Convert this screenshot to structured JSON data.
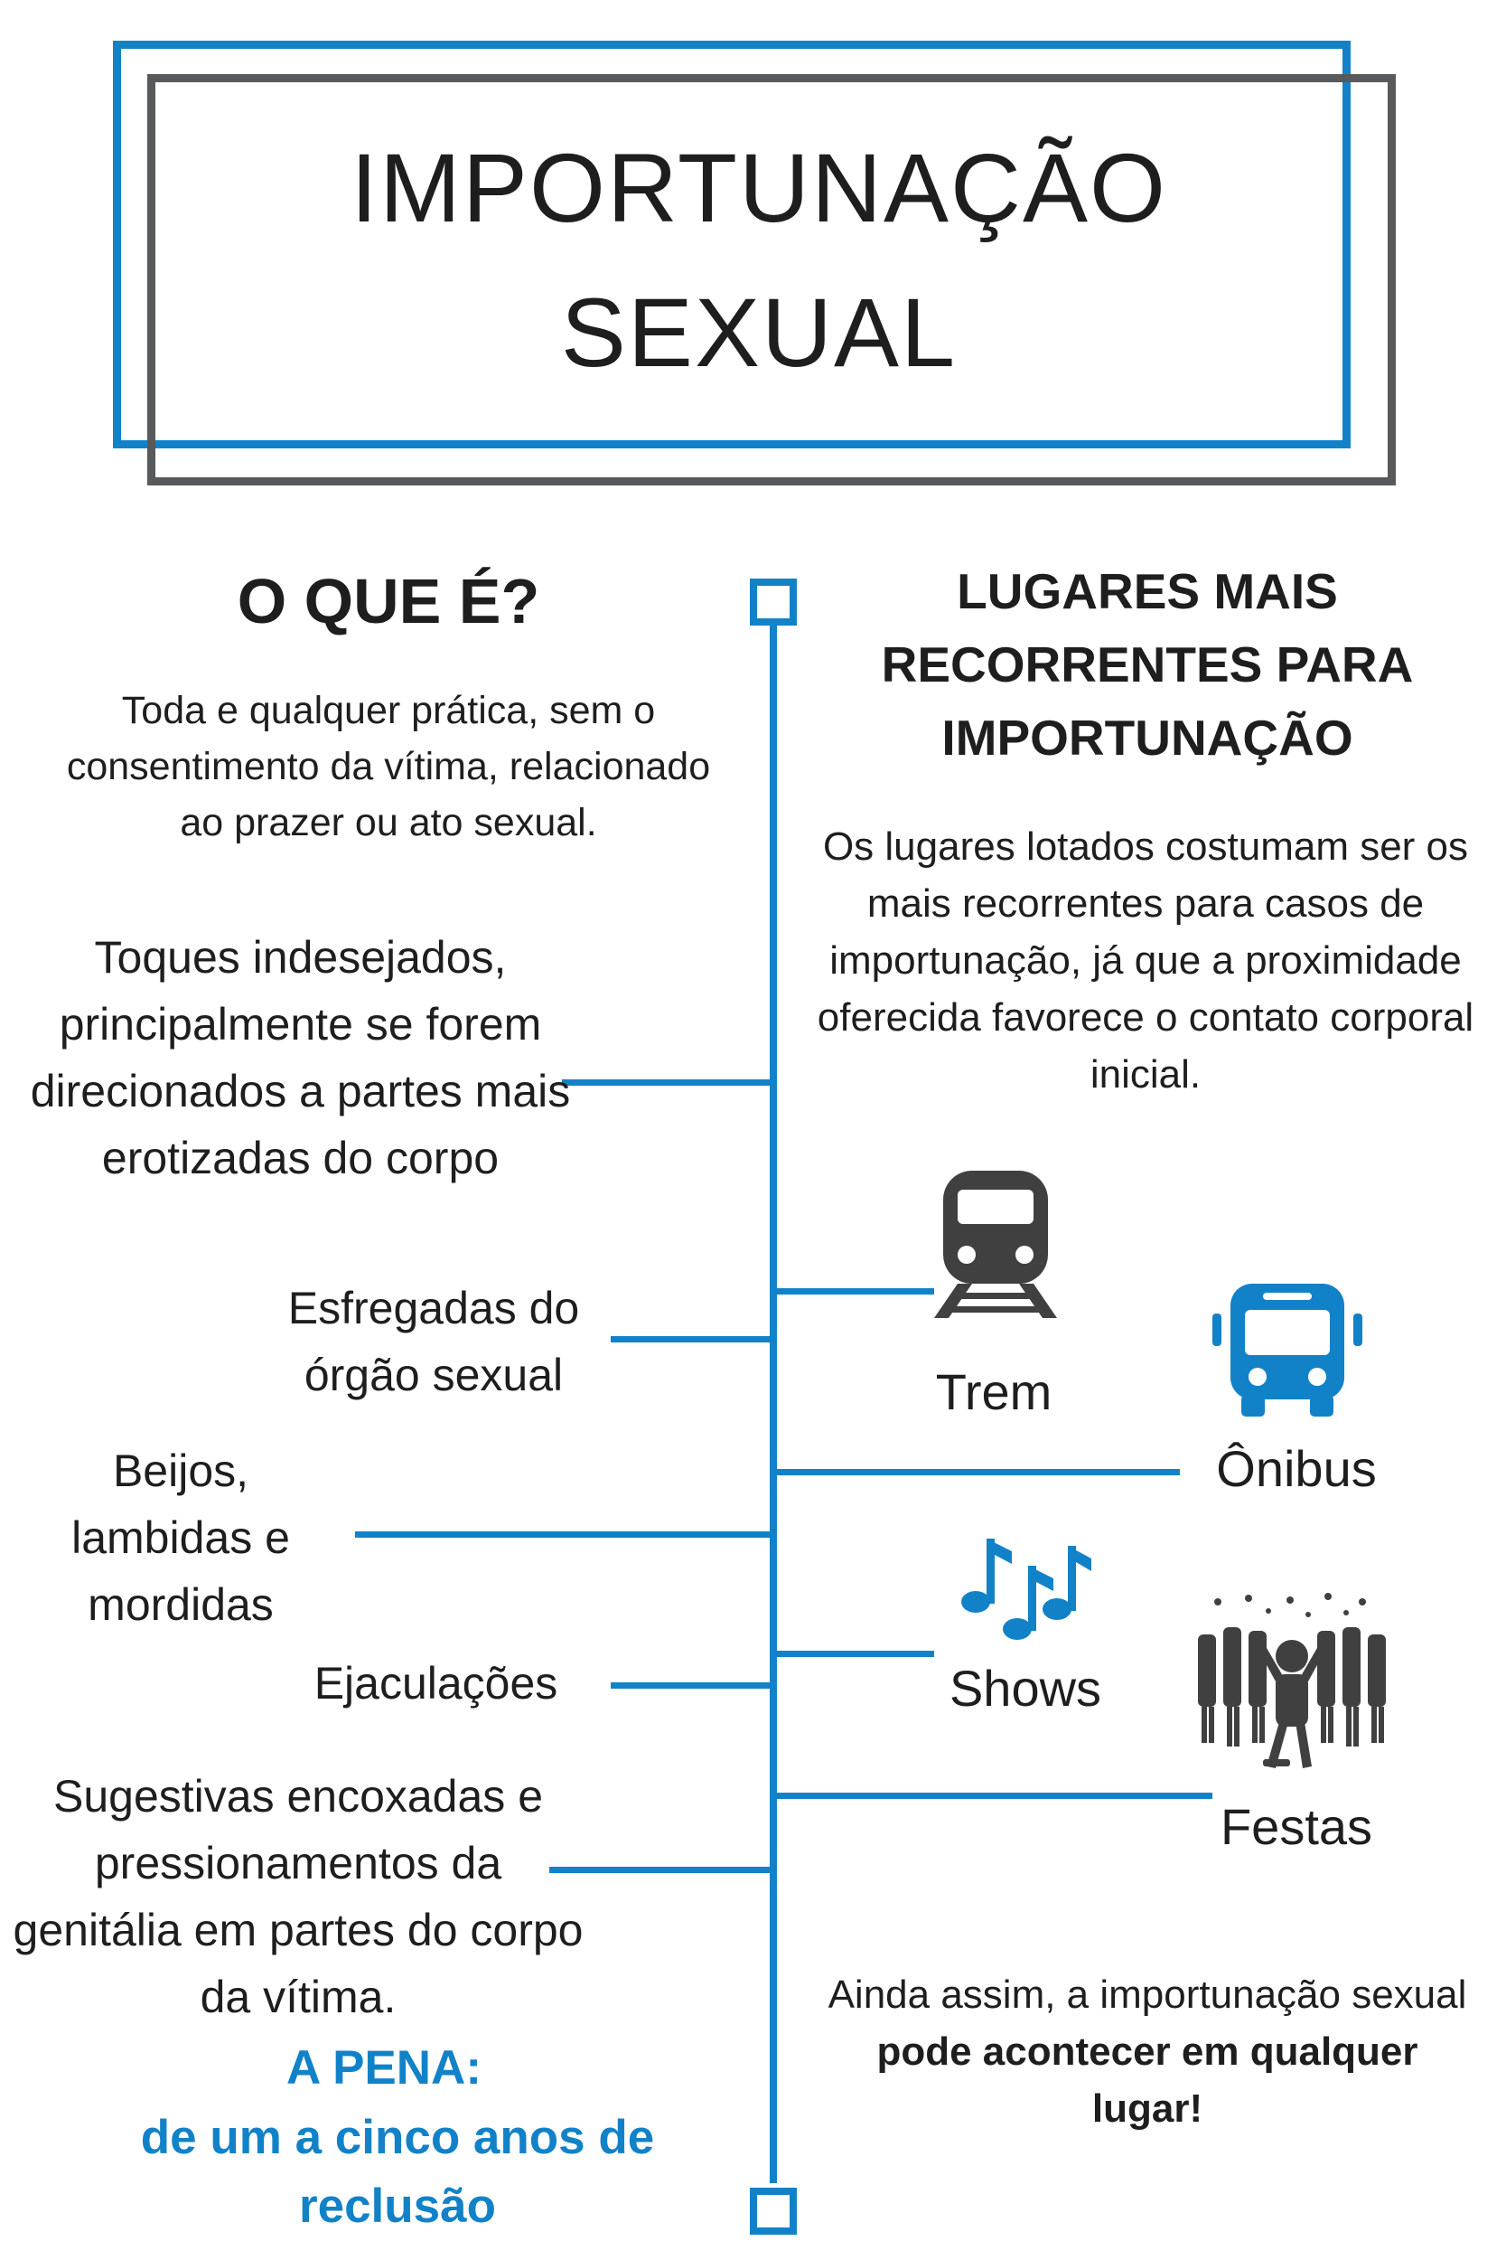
{
  "title": {
    "line1": "IMPORTUNAÇÃO",
    "line2": "SEXUAL"
  },
  "left": {
    "heading": "O QUE É?",
    "definition": "Toda e qualquer prática, sem o consentimento da vítima, relacionado ao prazer ou ato sexual.",
    "items": [
      "Toques indesejados, principalmente se forem direcionados a partes mais erotizadas do corpo",
      "Esfregadas do órgão sexual",
      "Beijos, lambidas e mordidas",
      "Ejaculações",
      "Sugestivas encoxadas e pressionamentos da genitália em partes do corpo da vítima."
    ],
    "penalty_heading": "A PENA:",
    "penalty_text": "de um a cinco anos de reclusão"
  },
  "right": {
    "heading": "LUGARES MAIS RECORRENTES PARA IMPORTUNAÇÃO",
    "intro": "Os lugares lotados costumam ser os mais recorrentes para casos de importunação, já que a proximidade oferecida favorece o contato corporal inicial.",
    "places": [
      {
        "label": "Trem",
        "icon": "train-icon",
        "color": "#404041"
      },
      {
        "label": "Ônibus",
        "icon": "bus-icon",
        "color": "#1282c8"
      },
      {
        "label": "Shows",
        "icon": "music-notes-icon",
        "color": "#1282c8"
      },
      {
        "label": "Festas",
        "icon": "party-crowd-icon",
        "color": "#404041"
      }
    ],
    "final_prefix": "Ainda assim, a importunação sexual ",
    "final_bold": "pode acontecer em qualquer lugar!"
  },
  "colors": {
    "accent": "#1282c8",
    "gray": "#58595b",
    "text": "#1e1e1e"
  }
}
